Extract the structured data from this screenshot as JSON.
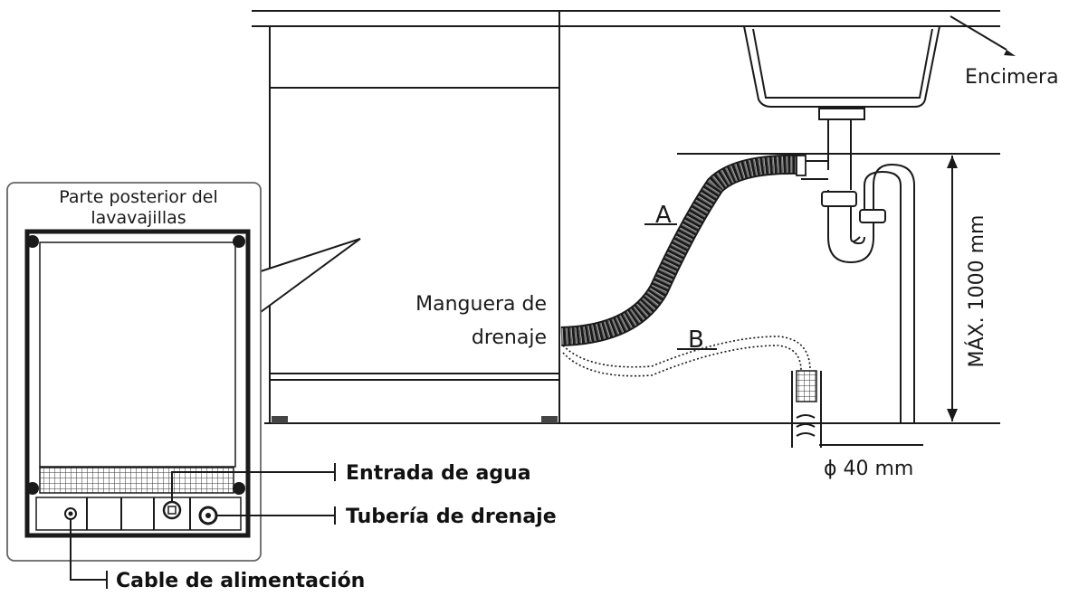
{
  "labels": {
    "countertop": "Encimera",
    "back_title_line1": "Parte posterior del",
    "back_title_line2": "lavavajillas",
    "drain_hose_line1": "Manguera de",
    "drain_hose_line2": "drenaje",
    "hose_a": "A",
    "hose_b": "B",
    "max_height": "MÁX. 1000 mm",
    "diameter": "ϕ 40 mm",
    "water_inlet": "Entrada de agua",
    "drain_pipe": "Tubería de drenaje",
    "power_cable": "Cable de alimentación"
  }
}
